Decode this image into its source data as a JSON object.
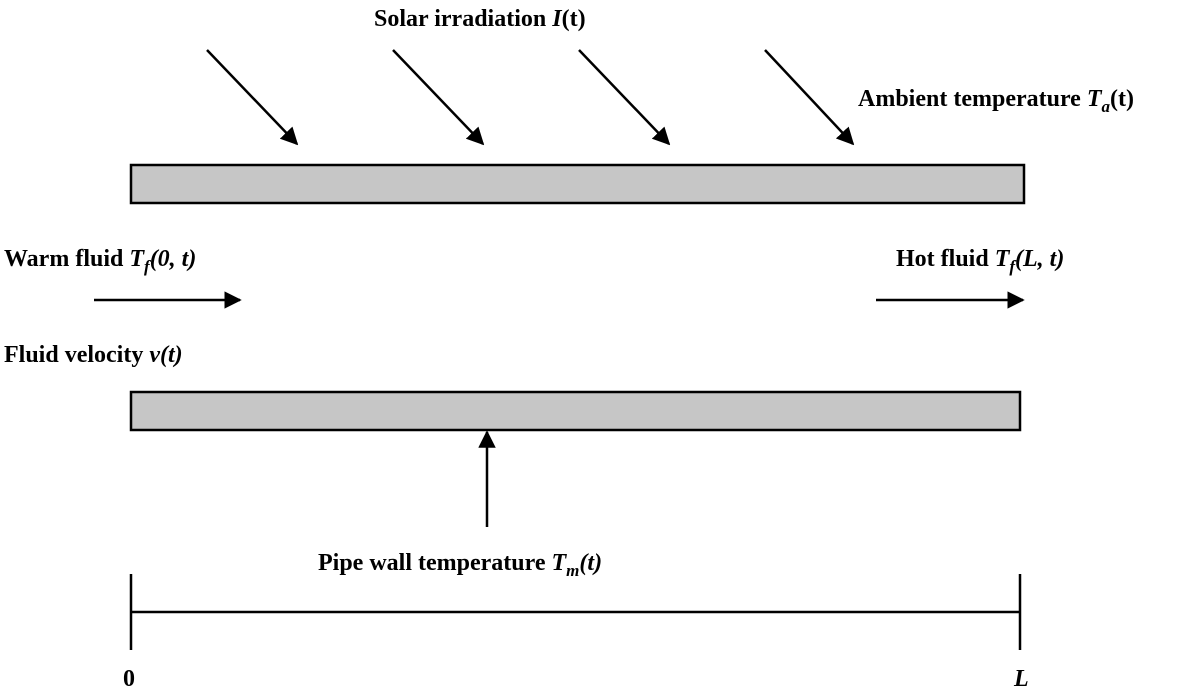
{
  "labels": {
    "solar_text": "Solar irradiation ",
    "solar_sym": "I",
    "solar_arg": "(t)",
    "ambient_text": "Ambient temperature ",
    "ambient_sym": "T",
    "ambient_sub": "a",
    "ambient_arg": "(t)",
    "warm_text": "Warm fluid ",
    "warm_sym": "T",
    "warm_sub": "f",
    "warm_arg": "(0, t)",
    "hot_text": "Hot fluid ",
    "hot_sym": "T",
    "hot_sub": "f",
    "hot_arg": "(L, t)",
    "velocity_text": "Fluid velocity ",
    "velocity_sym": "v",
    "velocity_arg": "(t)",
    "wall_text": "Pipe wall temperature ",
    "wall_sym": "T",
    "wall_sub": "m",
    "wall_arg": "(t)",
    "axis_start": "0",
    "axis_end": "L"
  },
  "colors": {
    "pipe_fill": "#c6c6c6",
    "stroke": "#000000"
  }
}
